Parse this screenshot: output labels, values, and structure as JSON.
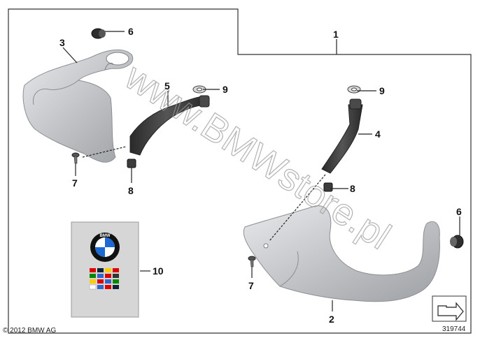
{
  "callouts": {
    "p1": "1",
    "p2": "2",
    "p3": "3",
    "p4": "4",
    "p5": "5",
    "p6a": "6",
    "p6b": "6",
    "p7a": "7",
    "p7b": "7",
    "p8a": "8",
    "p8b": "8",
    "p9a": "9",
    "p9b": "9",
    "p10": "10"
  },
  "watermark": "www.BMWstore.pl",
  "copyright": "© 2012 BMW AG",
  "drawing_number": "319744",
  "logo": {
    "letters": "BMW"
  },
  "colors": {
    "part_silver": "#c9cacc",
    "part_dark": "#3a3a3a",
    "bmw_blue": "#1c69d4"
  },
  "icons": [
    "bmw-logo-icon",
    "language-flags-icon",
    "arrow-orientation-icon"
  ]
}
